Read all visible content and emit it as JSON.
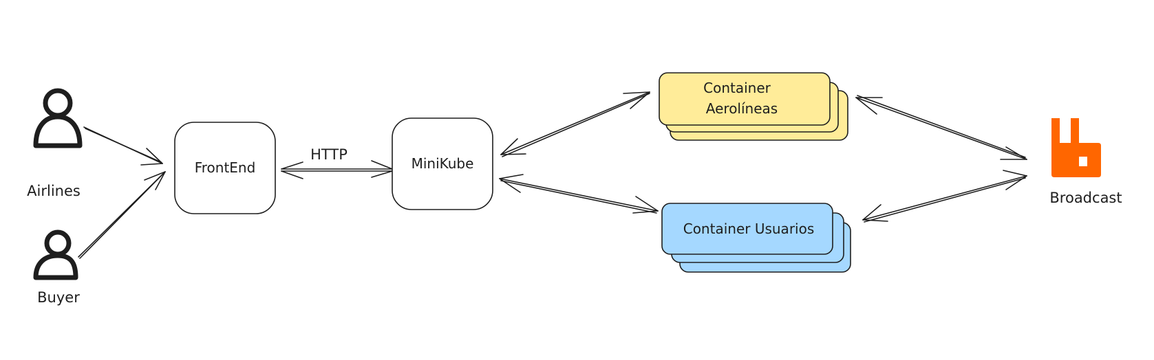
{
  "actors": {
    "airlines": {
      "label": "Airlines",
      "icon": "user-icon"
    },
    "buyer": {
      "label": "Buyer",
      "icon": "user-icon"
    }
  },
  "nodes": {
    "frontend": {
      "label": "FrontEnd"
    },
    "minikube": {
      "label": "MiniKube"
    },
    "container_airlines": {
      "line1": "Container",
      "line2": "Aerolíneas",
      "color": "#ffec99"
    },
    "container_users": {
      "label": "Container Usuarios",
      "color": "#a5d8ff"
    },
    "broadcast": {
      "label": "Broadcast",
      "icon": "rabbitmq-icon",
      "color": "#ff6600"
    }
  },
  "edges": {
    "http": {
      "label": "HTTP"
    }
  }
}
